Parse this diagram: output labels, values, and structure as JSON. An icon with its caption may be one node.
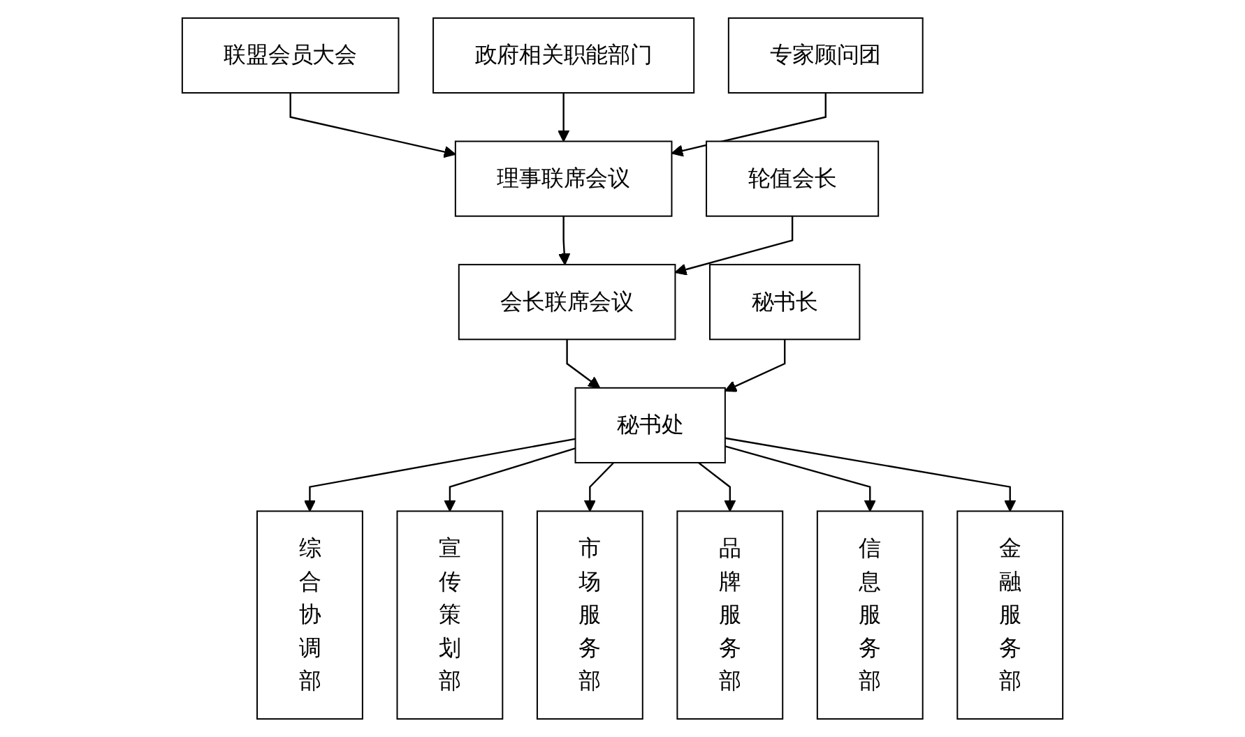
{
  "diagram": {
    "nodes": [
      {
        "text": [
          "联盟会员大会"
        ]
      },
      {
        "text": [
          "政府相关职能部门"
        ]
      },
      {
        "text": [
          "理事联席会议"
        ]
      },
      {
        "text": [
          "专家顾问团"
        ]
      },
      {
        "text": [
          "轮值会长"
        ]
      },
      {
        "text": [
          "会长联席会议"
        ]
      },
      {
        "text": [
          "秘书处"
        ]
      },
      {
        "text": [
          "秘书长"
        ]
      },
      {
        "text": [
          "综合协调部"
        ]
      },
      {
        "text": [
          "宣传策划部"
        ]
      },
      {
        "text": [
          "市场服务部"
        ]
      },
      {
        "text": [
          "品牌服务部"
        ]
      },
      {
        "text": [
          "信息服务部"
        ]
      },
      {
        "text": [
          "金融服务部"
        ]
      }
    ],
    "edges": [
      {
        "from": 0,
        "to": 2,
        "arrow": "to"
      },
      {
        "from": 1,
        "to": 2,
        "arrow": "to"
      },
      {
        "from": 3,
        "to": 2,
        "arrow": "to"
      },
      {
        "from": 2,
        "to": 5,
        "arrow": "to"
      },
      {
        "from": 4,
        "to": 5,
        "arrow": "to"
      },
      {
        "from": 5,
        "to": 6,
        "arrow": "to"
      },
      {
        "from": 7,
        "to": 6,
        "arrow": "to"
      },
      {
        "from": 6,
        "to": 8,
        "arrow": "to"
      },
      {
        "from": 6,
        "to": 9,
        "arrow": "to"
      },
      {
        "from": 6,
        "to": 10,
        "arrow": "to"
      },
      {
        "from": 6,
        "to": 11,
        "arrow": "to"
      },
      {
        "from": 6,
        "to": 12,
        "arrow": "to"
      },
      {
        "from": 6,
        "to": 13,
        "arrow": "to"
      }
    ]
  }
}
